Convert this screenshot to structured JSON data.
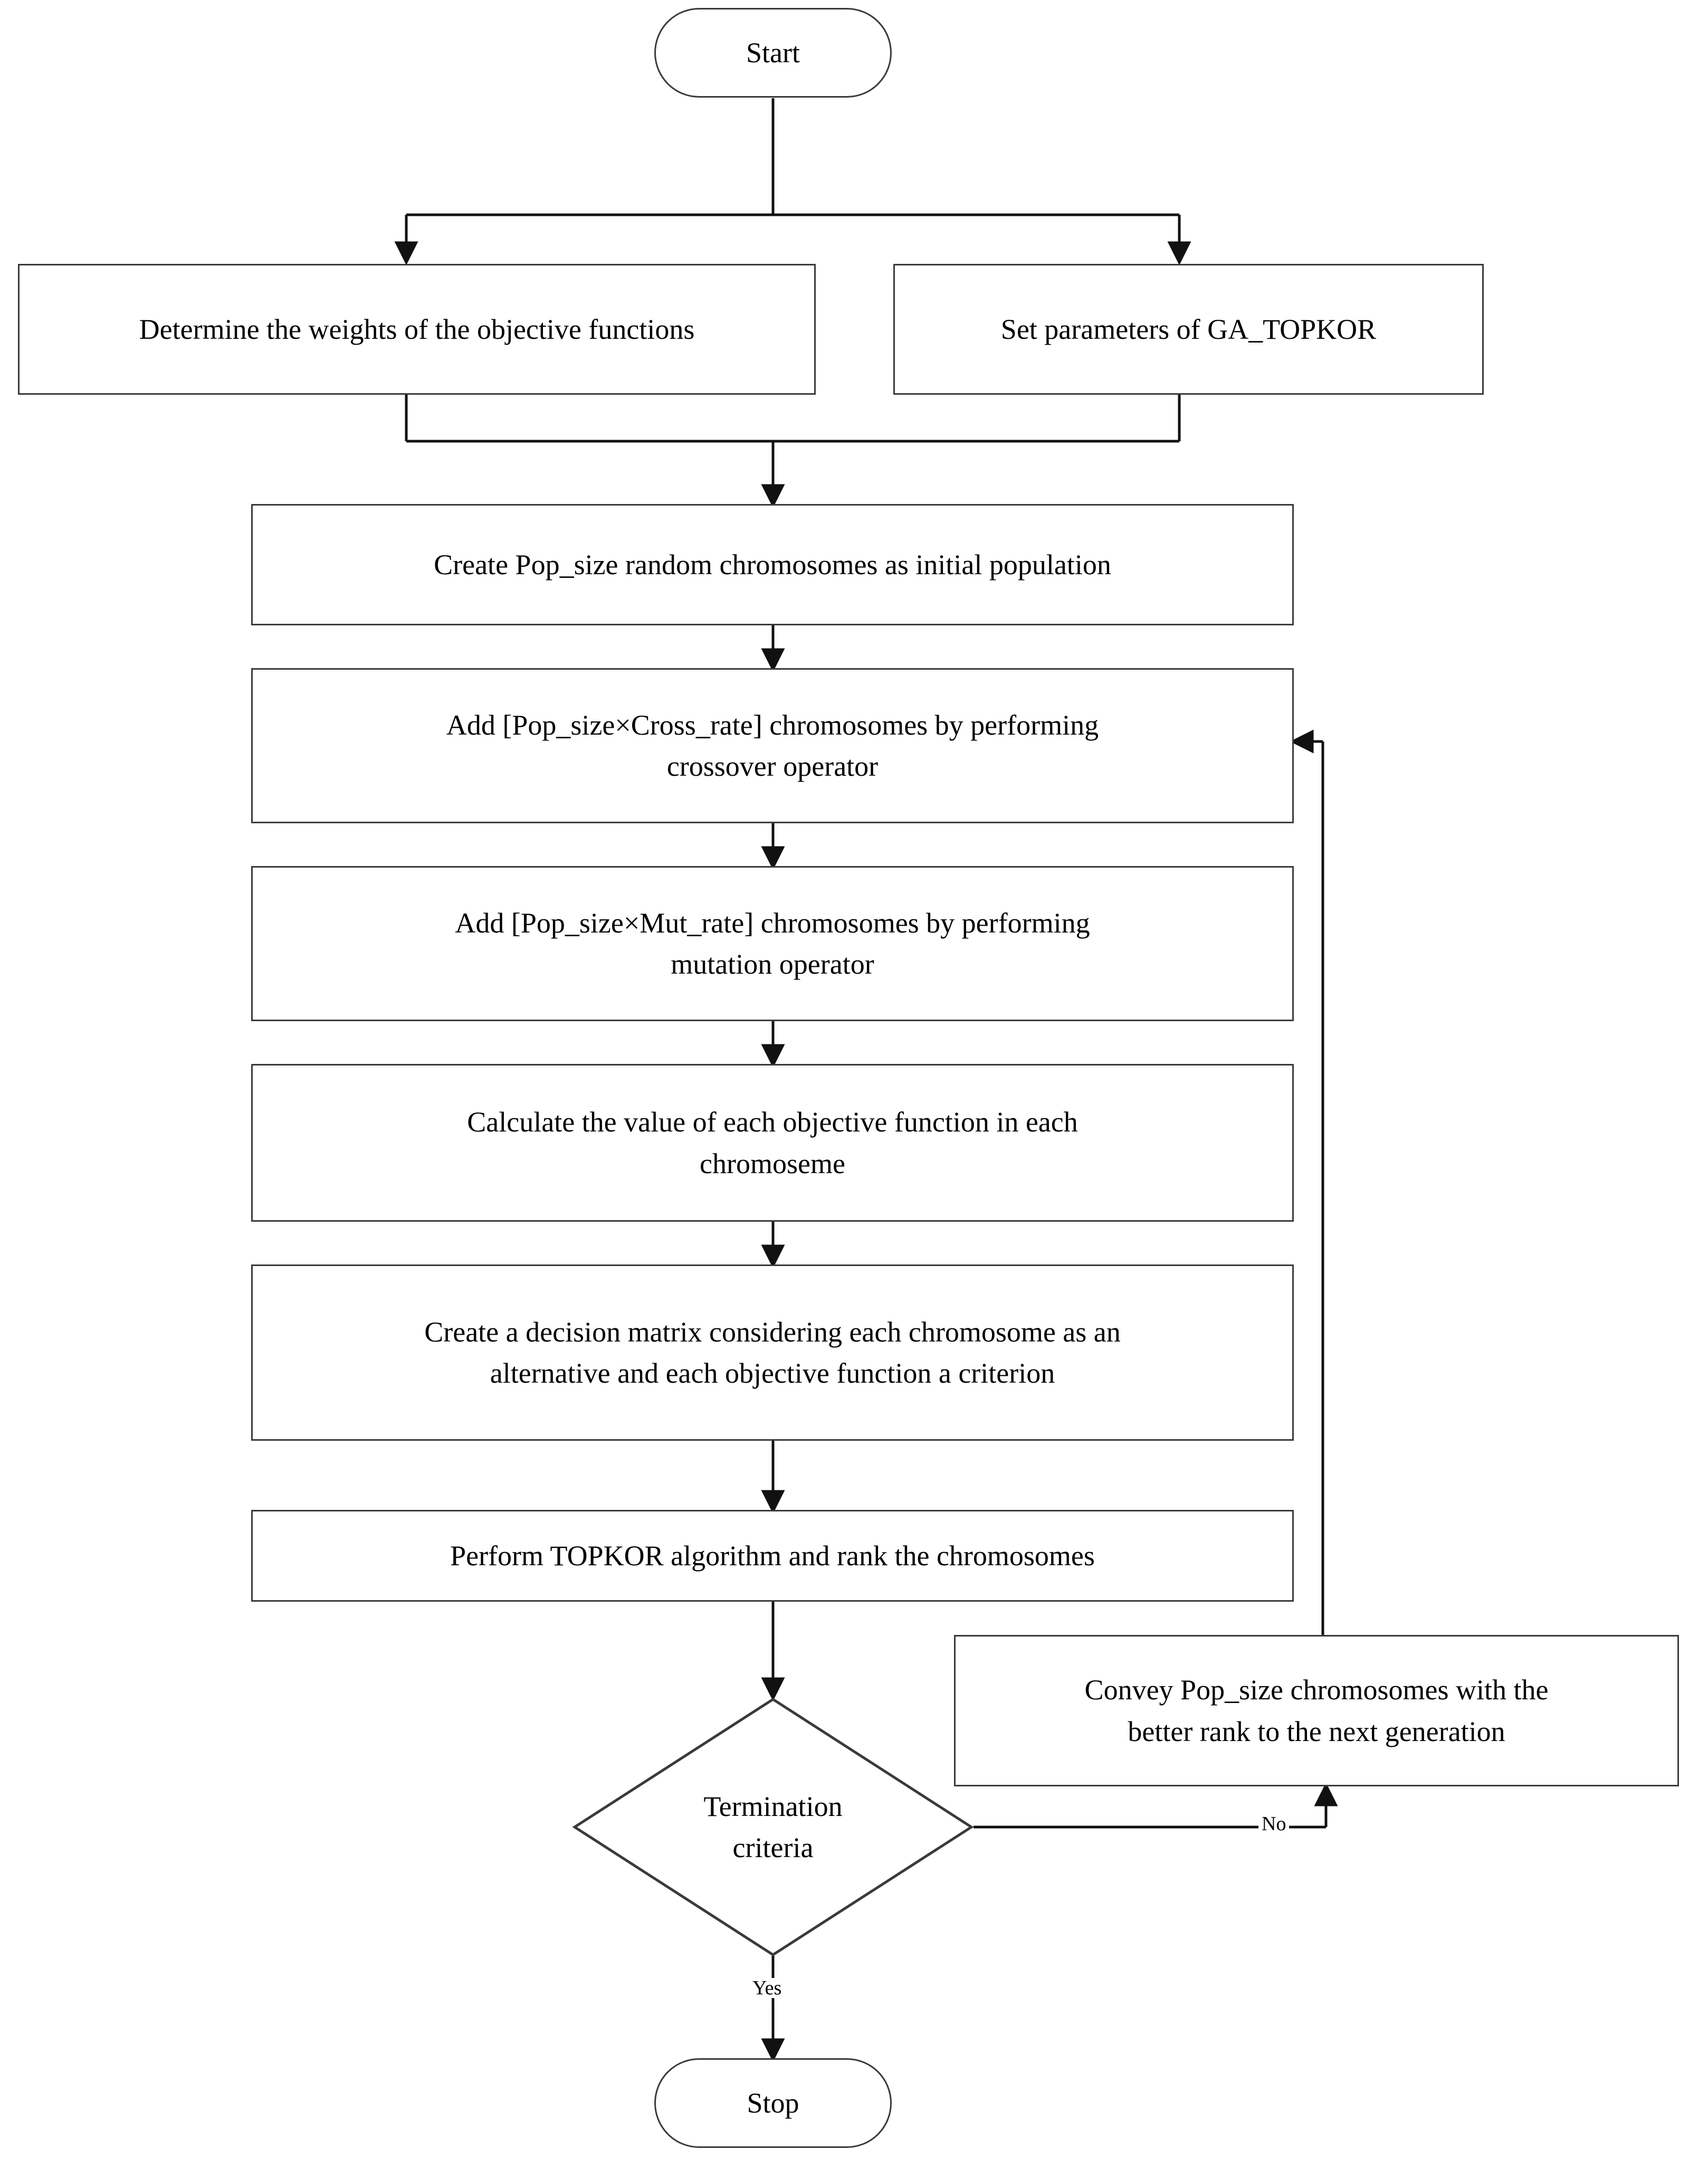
{
  "diagram": {
    "title": "GA_TOPKOR algorithm flowchart",
    "type": "flowchart",
    "stroke_color": "#3a3a3a",
    "text_color": "#000000",
    "background_color": "#ffffff"
  },
  "nodes": {
    "start": {
      "label": "Start",
      "shape": "terminator"
    },
    "determine_weights": {
      "label": "Determine the weights of the objective functions",
      "shape": "process"
    },
    "set_parameters": {
      "label": "Set parameters of GA_TOPKOR",
      "shape": "process"
    },
    "create_population": {
      "label": "Create Pop_size random chromosomes as initial population",
      "shape": "process"
    },
    "crossover": {
      "label": "Add [Pop_size×Cross_rate]  chromosomes by performing\ncrossover operator",
      "shape": "process"
    },
    "mutation": {
      "label": "Add [Pop_size×Mut_rate]  chromosomes by performing\nmutation operator",
      "shape": "process"
    },
    "calculate_objectives": {
      "label": "Calculate the value of each objective function in each\nchromoseme",
      "shape": "process"
    },
    "decision_matrix": {
      "label": "Create a decision matrix considering each chromosome as an\nalternative and each objective function a criterion",
      "shape": "process"
    },
    "perform_topkor": {
      "label": "Perform TOPKOR algorithm and rank the chromosomes",
      "shape": "process"
    },
    "termination": {
      "label": "Termination\ncriteria",
      "shape": "decision"
    },
    "convey": {
      "label": "Convey Pop_size chromosomes with the\nbetter rank to the next generation",
      "shape": "process"
    },
    "stop": {
      "label": "Stop",
      "shape": "terminator"
    }
  },
  "edge_labels": {
    "no": "No",
    "yes": "Yes"
  }
}
